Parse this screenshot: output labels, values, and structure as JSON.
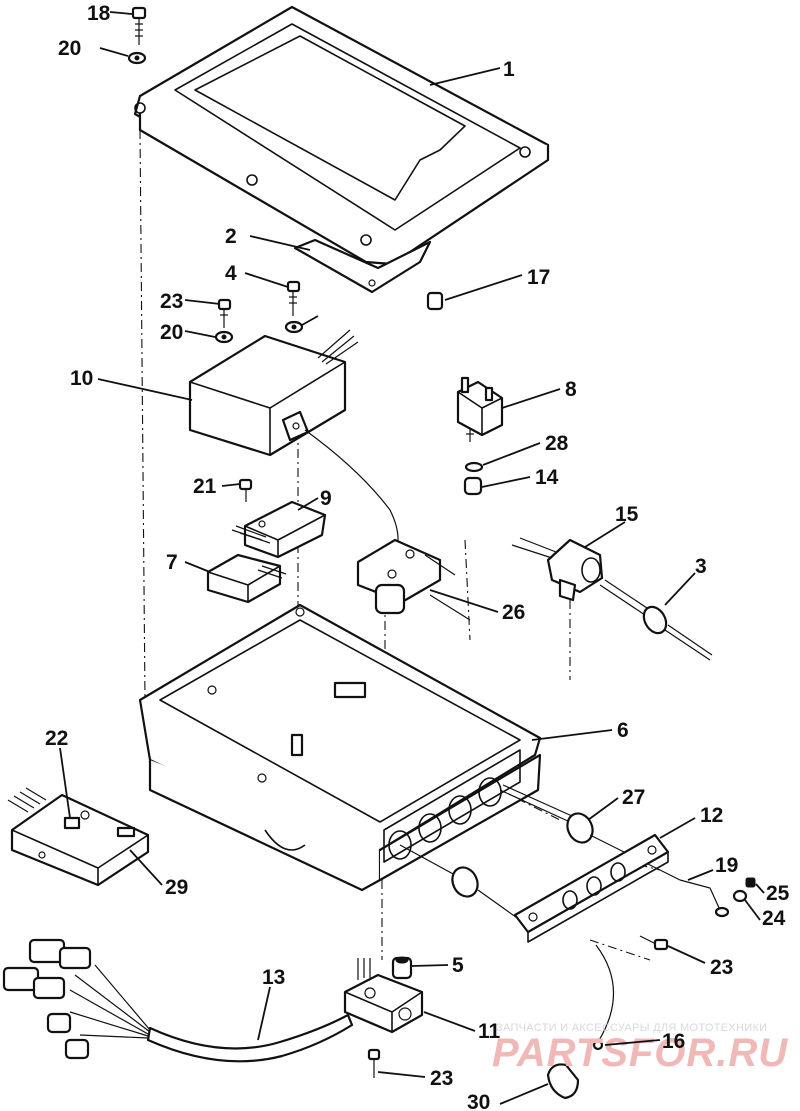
{
  "diagram": {
    "callouts": [
      "18",
      "20",
      "1",
      "2",
      "17",
      "4",
      "23",
      "20",
      "10",
      "8",
      "28",
      "14",
      "21",
      "9",
      "7",
      "15",
      "3",
      "26",
      "6",
      "22",
      "27",
      "12",
      "19",
      "25",
      "24",
      "29",
      "5",
      "23",
      "13",
      "11",
      "16",
      "23",
      "30"
    ]
  },
  "watermark": {
    "text": "ЗАПЧАСТИ И АКСЕССУАРЫ ДЛЯ МОТОТЕХНИКИ",
    "logo": "PARTSFOR.RU"
  }
}
